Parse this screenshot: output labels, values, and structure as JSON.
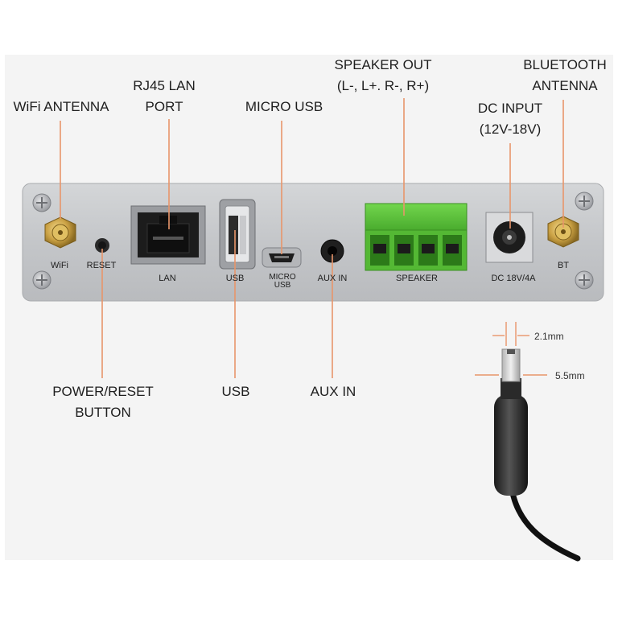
{
  "callouts": {
    "wifi_antenna": "WiFi ANTENNA",
    "rj45_line1": "RJ45 LAN",
    "rj45_line2": "PORT",
    "micro_usb": "MICRO USB",
    "speaker_out_line1": "SPEAKER OUT",
    "speaker_out_line2": "(L-, L+. R-, R+)",
    "bluetooth_line1": "BLUETOOTH",
    "bluetooth_line2": "ANTENNA",
    "dc_input_line1": "DC INPUT",
    "dc_input_line2": "(12V-18V)",
    "power_reset_line1": "POWER/RESET",
    "power_reset_line2": "BUTTON",
    "usb": "USB",
    "aux_in": "AUX IN"
  },
  "panel_labels": {
    "wifi": "WiFi",
    "reset": "RESET",
    "lan": "LAN",
    "usb": "USB",
    "micro_usb_line1": "MICRO",
    "micro_usb_line2": "USB",
    "aux_in": "AUX IN",
    "speaker": "SPEAKER",
    "dc": "DC 18V/4A",
    "bt": "BT"
  },
  "dimensions": {
    "inner": "2.1mm",
    "outer": "5.5mm"
  },
  "colors": {
    "leader_line": "#e8956a",
    "panel": "#c7c9cc",
    "terminal_green": "#5cc23a",
    "gold": "#c9a043",
    "background_area": "#f4f4f4"
  }
}
